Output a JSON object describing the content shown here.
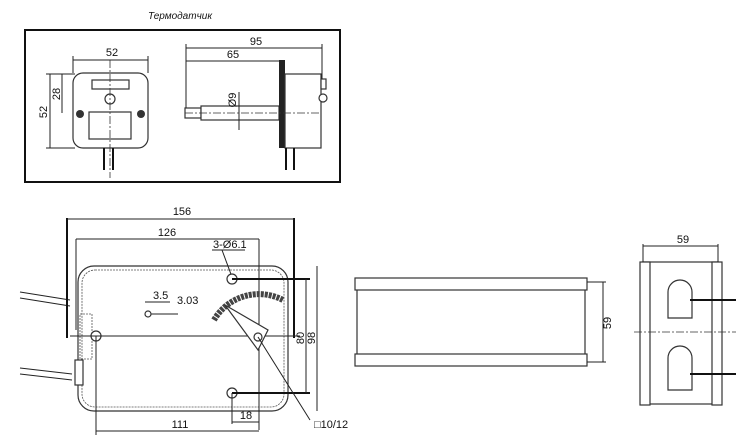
{
  "sensor": {
    "title": "Термодатчик",
    "front_width": "52",
    "front_height": "52",
    "front_offset": "28",
    "side_total": "95",
    "side_probe": "65",
    "probe_diameter": "Ø9"
  },
  "actuator": {
    "overall_length": "156",
    "hole_spacing_long": "126",
    "holes": "3-Ø6.1",
    "small_dim_a": "3.5",
    "small_dim_b": "3.03",
    "height_inner": "80",
    "height_outer": "98",
    "base_length": "111",
    "shaft_offset": "18",
    "shaft_size": "□10/12"
  },
  "side_view": {
    "height": "59"
  },
  "end_view": {
    "width": "59"
  }
}
